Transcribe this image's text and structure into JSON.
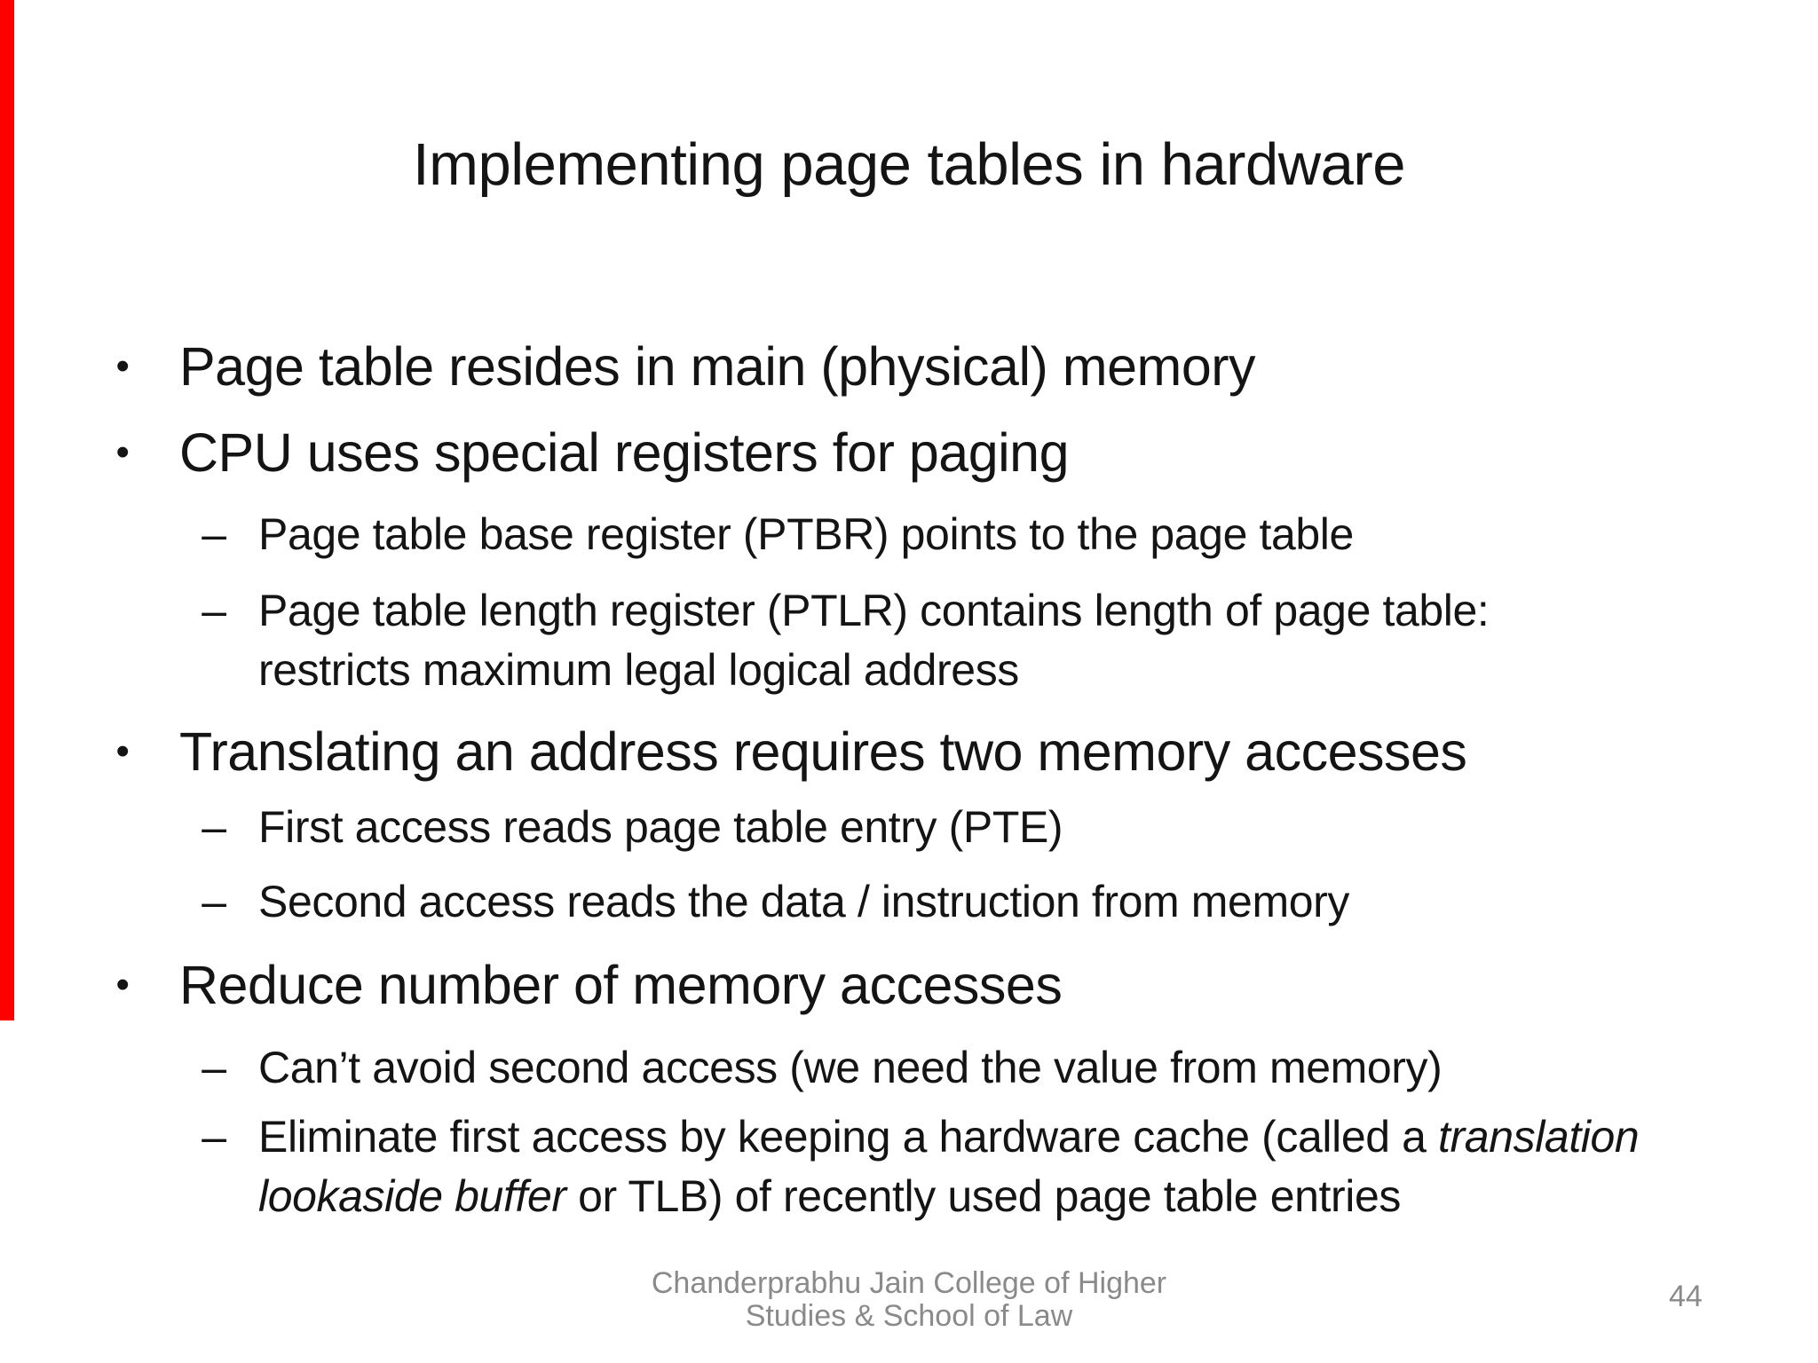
{
  "slide": {
    "title": "Implementing page tables in hardware",
    "bullets": [
      {
        "marker": "•",
        "level": 1,
        "text": "Page table resides in main (physical) memory"
      },
      {
        "marker": "•",
        "level": 1,
        "text": "CPU uses special registers for paging"
      },
      {
        "marker": "–",
        "level": 2,
        "text": "Page table base register (PTBR) points to the page table"
      },
      {
        "marker": "–",
        "level": 2,
        "text": "Page table length register (PTLR) contains length of page table:"
      },
      {
        "marker": "",
        "level": 2,
        "text": "restricts maximum legal logical address"
      },
      {
        "marker": "•",
        "level": 1,
        "text": "Translating an address requires two memory accesses"
      },
      {
        "marker": "–",
        "level": 2,
        "text": "First access reads page table entry (PTE)"
      },
      {
        "marker": "–",
        "level": 2,
        "text": "Second access reads the data / instruction from memory"
      },
      {
        "marker": "•",
        "level": 1,
        "text": "Reduce number of memory accesses"
      },
      {
        "marker": "–",
        "level": 2,
        "text": "Can’t avoid second access (we need the value from memory)"
      },
      {
        "marker": "–",
        "level": 2,
        "pre": "Eliminate first access by keeping a hardware cache (called a ",
        "italic": "translation",
        "post": ""
      },
      {
        "marker": "",
        "level": 2,
        "pre": "",
        "italic": "lookaside buffer",
        "post": " or TLB) of recently used page table entries"
      }
    ],
    "footer": {
      "line1": "Chanderprabhu Jain College of Higher",
      "line2": "Studies & School of Law"
    },
    "page_number": "44",
    "colors": {
      "accent_bar": "#ff0000",
      "body_text": "#141414",
      "footer_text": "#8a8a8a",
      "background": "#ffffff"
    }
  }
}
